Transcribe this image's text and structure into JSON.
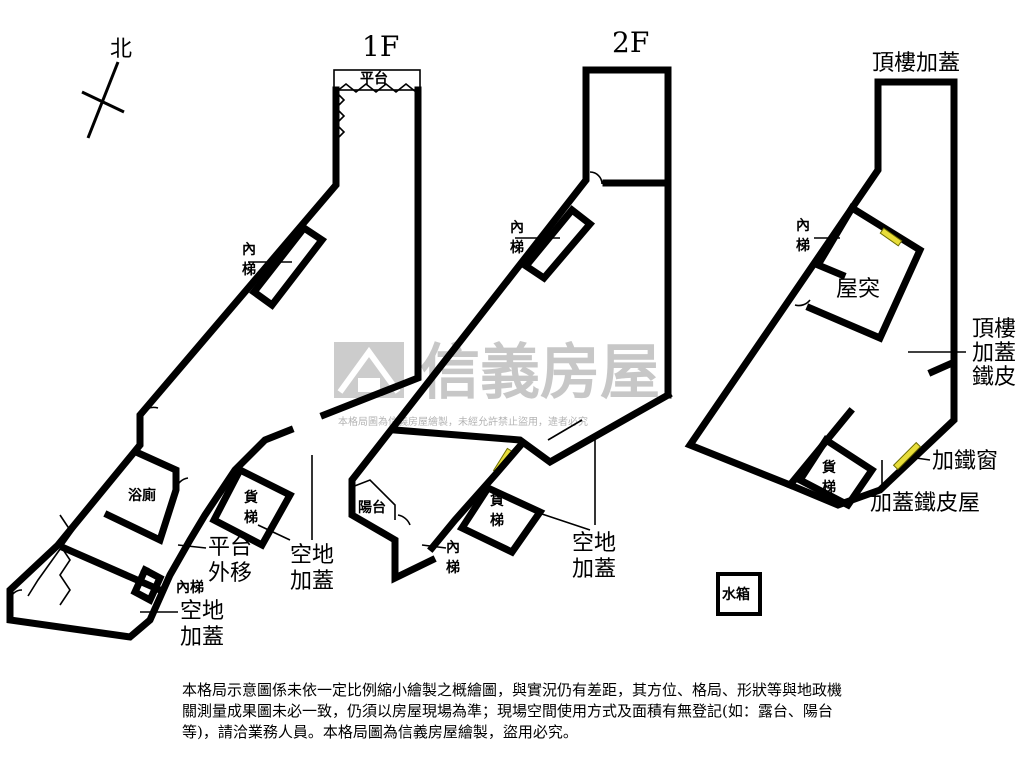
{
  "floors": {
    "f1": "1F",
    "f2": "2F",
    "roof": "頂樓加蓋"
  },
  "compass": {
    "north": "北"
  },
  "labels": {
    "platform": "平台",
    "inner_stair": "內梯",
    "bathroom": "浴廁",
    "platform_moved": "平台外移",
    "freight_elevator": "貨梯",
    "empty_lot_cover": "空地加蓋",
    "balcony": "陽台",
    "chimney": "屋突",
    "roof_iron_sheet": "頂樓加蓋鐵皮",
    "iron_window": "加鐵窗",
    "iron_sheet_house": "加蓋鐵皮屋",
    "water_tank": "水箱"
  },
  "watermark": {
    "brand": "信義房屋",
    "notice": "本格局圖為信義房屋繪製，未經允許禁止盜用，違者必究"
  },
  "disclaimer": "本格局示意圖係未依一定比例縮小繪製之概繪圖，與實況仍有差距，其方位、格局、形狀等與地政機關測量成果圖未必一致，仍須以房屋現場為準；現場空間使用方式及面積有無登記(如：露台、陽台等)，請洽業務人員。本格局圖為信義房屋繪製，盜用必究。"
}
